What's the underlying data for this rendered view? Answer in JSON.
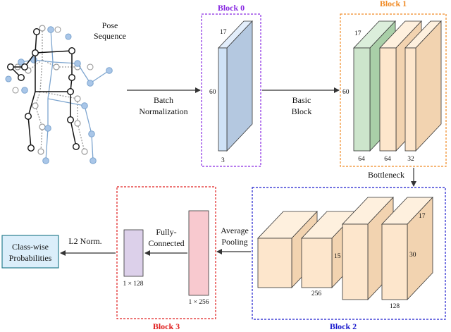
{
  "pose": {
    "label_line1": "Pose",
    "label_line2": "Sequence"
  },
  "arrows": {
    "batch_norm_line1": "Batch",
    "batch_norm_line2": "Normalization",
    "basic_block_line1": "Basic",
    "basic_block_line2": "Block",
    "bottleneck": "Bottleneck",
    "avg_pool_line1": "Average",
    "avg_pool_line2": "Pooling",
    "fc_line1": "Fully-",
    "fc_line2": "Connected",
    "l2_norm": "L2 Norm."
  },
  "blocks": {
    "block0": {
      "title": "Block 0",
      "color": "#8a2be2",
      "dims": {
        "width": "17",
        "height": "60",
        "depth": "3"
      }
    },
    "block1": {
      "title": "Block 1",
      "color": "#f08a24",
      "dims": {
        "width": "17",
        "height": "60",
        "depth_a": "64",
        "depth_b": "64",
        "depth_c": "32"
      }
    },
    "block2": {
      "title": "Block 2",
      "color": "#1a1acd",
      "dims": {
        "width": "17",
        "height_a": "15",
        "height_b": "30",
        "depth_a": "256",
        "depth_b": "128"
      }
    },
    "block3": {
      "title": "Block 3",
      "color": "#e02020",
      "dims": {
        "fc_in": "1 × 256",
        "fc_out": "1 × 128"
      }
    }
  },
  "output": {
    "line1": "Class-wise",
    "line2": "Probabilities",
    "fill": "#dbeefa",
    "stroke": "#2a7f8f"
  },
  "colors": {
    "blue_prism": "#cfe2f6",
    "blue_prism_side": "#b4c8e0",
    "green_prism": "#cde5cc",
    "green_prism_side": "#a9cfa8",
    "peach_prism": "#fde6cc",
    "peach_prism_side": "#f2d3b0",
    "pink_prism": "#f8c9cf",
    "purple_prism": "#dcd0ea",
    "skeleton_blue": "#8fb4dc",
    "skeleton_dark": "#111111"
  }
}
